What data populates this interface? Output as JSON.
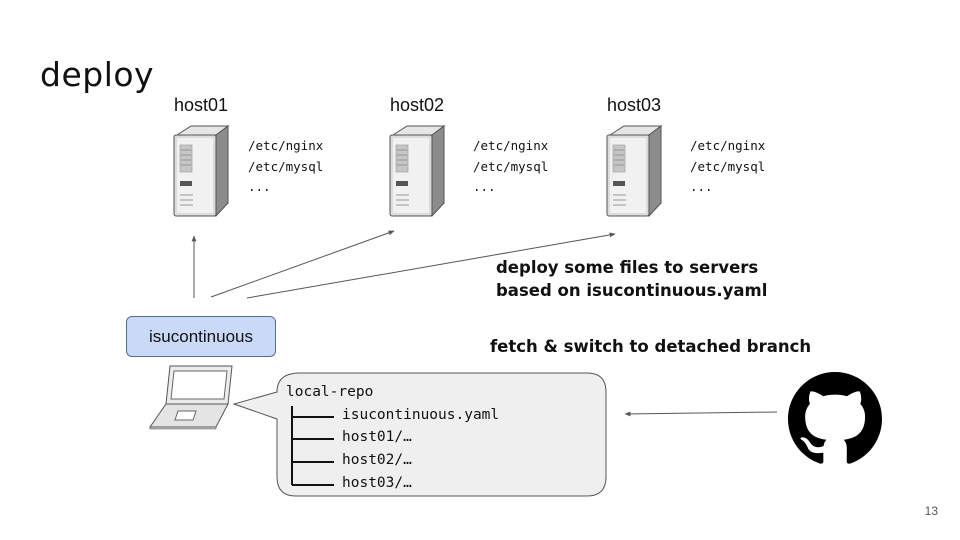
{
  "slide": {
    "title": "deploy",
    "page_number": "13"
  },
  "hosts": [
    {
      "name": "host01",
      "paths": [
        "/etc/nginx",
        "/etc/mysql",
        "..."
      ]
    },
    {
      "name": "host02",
      "paths": [
        "/etc/nginx",
        "/etc/mysql",
        "..."
      ]
    },
    {
      "name": "host03",
      "paths": [
        "/etc/nginx",
        "/etc/mysql",
        "..."
      ]
    }
  ],
  "notes": {
    "deploy_line1": "deploy some files to servers",
    "deploy_line2": "based on isucontinuous.yaml",
    "fetch": "fetch & switch to detached branch"
  },
  "tool_label": "isucontinuous",
  "repo": {
    "root": "local-repo",
    "items": [
      "isucontinuous.yaml",
      "host01/…",
      "host02/…",
      "host03/…"
    ]
  },
  "icons": {
    "server": "server-icon",
    "laptop": "laptop-icon",
    "github": "github-icon"
  },
  "colors": {
    "tool_box_fill": "#c9daf8",
    "repo_box_fill": "#efefef"
  }
}
